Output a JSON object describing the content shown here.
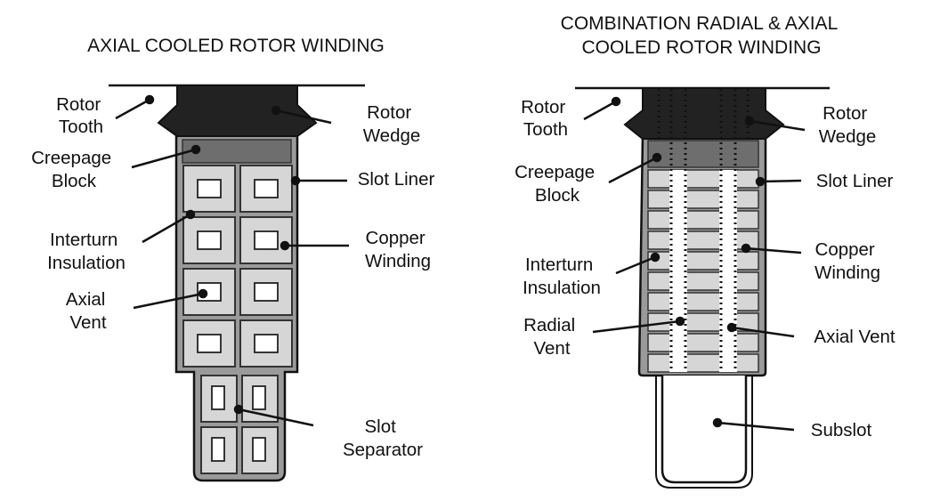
{
  "left": {
    "title": "AXIAL COOLED ROTOR WINDING",
    "labels": {
      "rotor_tooth": [
        "Rotor",
        "Tooth"
      ],
      "rotor_wedge": [
        "Rotor",
        "Wedge"
      ],
      "creepage_block": [
        "Creepage",
        "Block"
      ],
      "slot_liner": [
        "Slot Liner"
      ],
      "interturn_insulation": [
        "Interturn",
        "Insulation"
      ],
      "copper_winding": [
        "Copper",
        "Winding"
      ],
      "axial_vent": [
        "Axial",
        "Vent"
      ],
      "slot_separator": [
        "Slot",
        "Separator"
      ]
    }
  },
  "right": {
    "title": [
      "COMBINATION RADIAL & AXIAL",
      "COOLED ROTOR WINDING"
    ],
    "labels": {
      "rotor_tooth": [
        "Rotor",
        "Tooth"
      ],
      "rotor_wedge": [
        "Rotor",
        "Wedge"
      ],
      "creepage_block": [
        "Creepage",
        "Block"
      ],
      "slot_liner": [
        "Slot Liner"
      ],
      "copper_winding": [
        "Copper",
        "Winding"
      ],
      "interturn_insulation": [
        "Interturn",
        "Insulation"
      ],
      "radial_vent": [
        "Radial",
        "Vent"
      ],
      "axial_vent": [
        "Axial Vent"
      ],
      "subslot": [
        "Subslot"
      ]
    }
  },
  "colors": {
    "wedge": "#222222",
    "creepage": "#6e6e6e",
    "liner": "#9a9a9a",
    "conductor": "#d6d6d6",
    "outline": "#111111"
  }
}
